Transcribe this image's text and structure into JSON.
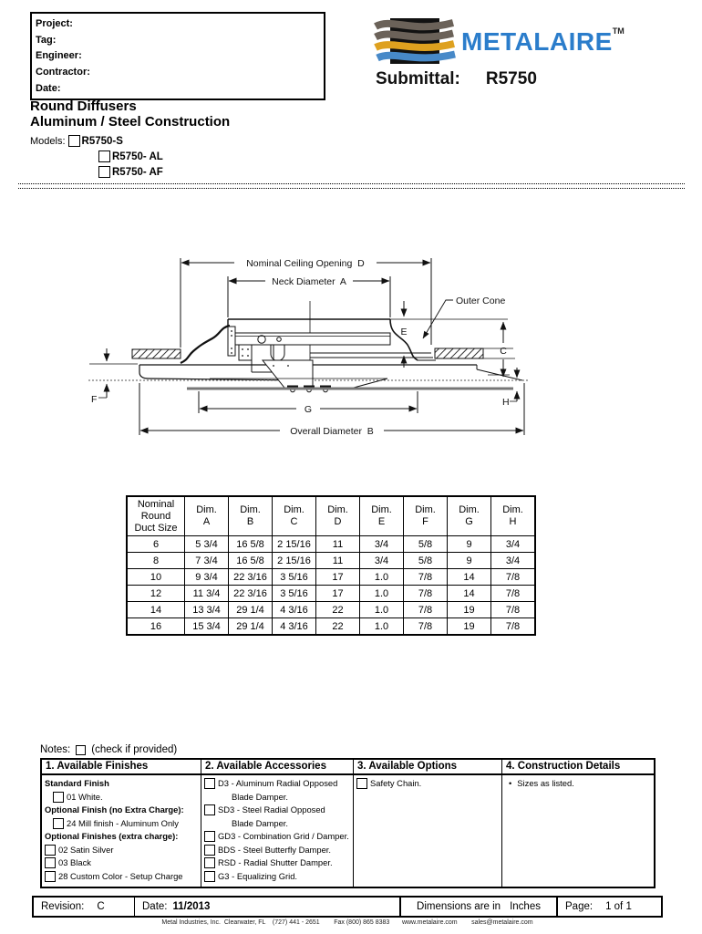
{
  "form": {
    "fields": [
      "Project:",
      "Tag:",
      "Engineer:",
      "Contractor:",
      "Date:"
    ]
  },
  "brand": {
    "name": "METALAIRE",
    "tm": "TM",
    "submittal_label": "Submittal:",
    "submittal_value": "R5750",
    "colors": {
      "blue": "#2b7dcb",
      "gold": "#dea11f",
      "gray": "#6b6259",
      "wave_blue": "#4789c8"
    }
  },
  "title": {
    "line1": "Round Diffusers",
    "line2": "Aluminum / Steel Construction"
  },
  "models": {
    "label": "Models:",
    "items": [
      "R5750-S",
      "R5750- AL",
      "R5750- AF"
    ]
  },
  "diagram": {
    "labels": {
      "d": "Nominal Ceiling Opening  D",
      "a": "Neck Diameter  A",
      "outer_cone": "Outer Cone",
      "e": "E",
      "c": "C",
      "f": "F",
      "g": "G",
      "h": "H",
      "b": "Overall Diameter  B"
    }
  },
  "dim_table": {
    "header_col0": [
      "Nominal",
      "Round",
      "Duct Size"
    ],
    "dim_label": "Dim.",
    "dims": [
      "A",
      "B",
      "C",
      "D",
      "E",
      "F",
      "G",
      "H"
    ],
    "rows": [
      [
        "6",
        "5 3/4",
        "16 5/8",
        "2 15/16",
        "11",
        "3/4",
        "5/8",
        "9",
        "3/4"
      ],
      [
        "8",
        "7 3/4",
        "16 5/8",
        "2 15/16",
        "11",
        "3/4",
        "5/8",
        "9",
        "3/4"
      ],
      [
        "10",
        "9 3/4",
        "22 3/16",
        "3 5/16",
        "17",
        "1.0",
        "7/8",
        "14",
        "7/8"
      ],
      [
        "12",
        "11 3/4",
        "22 3/16",
        "3 5/16",
        "17",
        "1.0",
        "7/8",
        "14",
        "7/8"
      ],
      [
        "14",
        "13 3/4",
        "29 1/4",
        "4 3/16",
        "22",
        "1.0",
        "7/8",
        "19",
        "7/8"
      ],
      [
        "16",
        "15 3/4",
        "29 1/4",
        "4 3/16",
        "22",
        "1.0",
        "7/8",
        "19",
        "7/8"
      ]
    ]
  },
  "notes": {
    "label": "Notes:",
    "hint": "(check if provided)",
    "finishes": {
      "header": "1. Available Finishes",
      "groups": [
        {
          "heading": "Standard Finish",
          "items": [
            "01 White."
          ]
        },
        {
          "heading": "Optional Finish (no Extra Charge):",
          "items": [
            "24 Mill finish - Aluminum Only"
          ]
        },
        {
          "heading": "Optional Finishes (extra charge):",
          "items": [
            "02 Satin Silver",
            "03 Black",
            "28 Custom Color - Setup Charge"
          ]
        }
      ]
    },
    "accessories": {
      "header": "2. Available Accessories",
      "items": [
        {
          "line1": "D3 - Aluminum Radial Opposed",
          "line2": "Blade Damper."
        },
        {
          "line1": "SD3 - Steel Radial Opposed",
          "line2": "Blade Damper."
        },
        {
          "line1": "GD3 - Combination Grid / Damper."
        },
        {
          "line1": "BDS - Steel Butterfly Damper."
        },
        {
          "line1": "RSD - Radial Shutter Damper."
        },
        {
          "line1": "G3 - Equalizing Grid."
        }
      ]
    },
    "options": {
      "header": "3. Available Options",
      "items": [
        "Safety Chain."
      ]
    },
    "construction": {
      "header": "4. Construction Details",
      "bullet": "•",
      "items": [
        "Sizes as listed."
      ]
    }
  },
  "footer": {
    "revision_label": "Revision:",
    "revision": "C",
    "date_label": "Date:",
    "date": "11/2013",
    "dims_label": "Dimensions are in",
    "dims_unit": "Inches",
    "page_label": "Page:",
    "page": "1 of 1",
    "contact": "Metal Industries, Inc.  Clearwater, FL    (727) 441 - 2651        Fax (800) 865 8383       www.metalaire.com        sales@metalaire.com"
  }
}
